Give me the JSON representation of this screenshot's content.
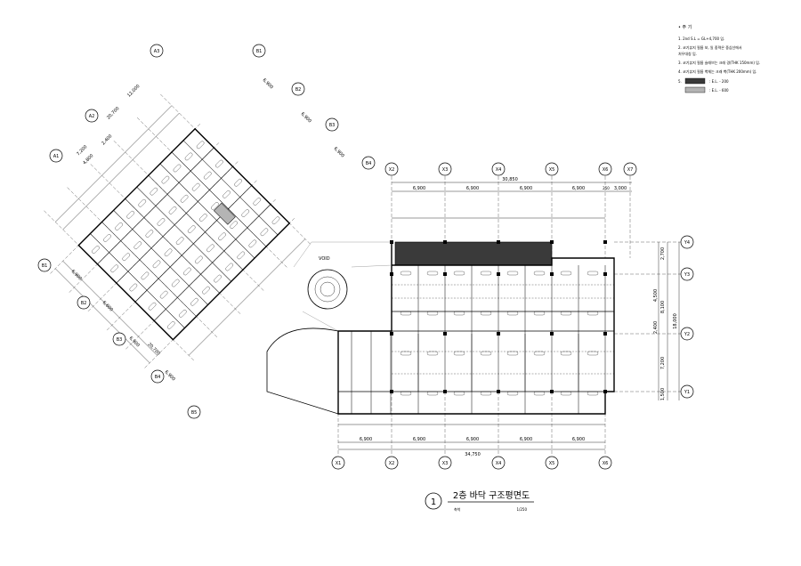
{
  "notes": {
    "header": "• 주 기",
    "items": [
      "1. 2nd S.L = GL+4,700 임.",
      "2. 코기뷰지 필름 보, 일 중력은 중심선에서",
      "   처우대칭 임.",
      "3. 코기뷰지 필름 슬래브는 크래 경(THK 150mm) 임.",
      "4. 코기뷰지 필름 벽체는 크래 벽(THK 200mm) 임."
    ],
    "legend": [
      {
        "num": "5.",
        "label": ": E.L. - 200",
        "color": "#3a3a3a"
      },
      {
        "num": "",
        "label": ": E.L. - 600",
        "color": "#b4b4b4"
      }
    ]
  },
  "grid_right": {
    "top_labels": [
      "X2",
      "X3",
      "X4",
      "X5",
      "X6",
      "X7"
    ],
    "bottom_labels": [
      "X1",
      "X2",
      "X3",
      "X4",
      "X5",
      "X6"
    ],
    "side_labels": [
      "Y4",
      "Y3",
      "Y2",
      "Y1"
    ],
    "top_total": "30,850",
    "top_dims": [
      "6,900",
      "6,900",
      "6,900",
      "6,900",
      "250",
      "3,000"
    ],
    "bottom_total": "34,750",
    "bottom_dims": [
      "6,900",
      "6,900",
      "6,900",
      "6,900",
      "6,900"
    ],
    "side_total": "18,000",
    "side_dims": [
      "2,700",
      "4,500",
      "8,100",
      "2,400",
      "7,200",
      "1,500"
    ]
  },
  "grid_left": {
    "a_labels": [
      "A1",
      "A2",
      "A3"
    ],
    "b_labels": [
      "B1",
      "B2",
      "B3",
      "B4",
      "B5"
    ],
    "b_labels_top": [
      "B1",
      "B2",
      "B3",
      "B4"
    ],
    "dims": [
      "7,200",
      "20,700",
      "12,000",
      "4,800",
      "2,400",
      "6,900",
      "6,900",
      "6,900",
      "6,900",
      "20,700",
      "6,600",
      "6,900",
      "6,900"
    ]
  },
  "void_label": "VOID",
  "title": {
    "number": "1",
    "text": "2층 바닥 구조평면도",
    "scale_label": "축척",
    "scale_value": "1/250"
  },
  "colors": {
    "line": "#000000",
    "dark_fill": "#3a3a3a",
    "light_fill": "#b4b4b4"
  }
}
